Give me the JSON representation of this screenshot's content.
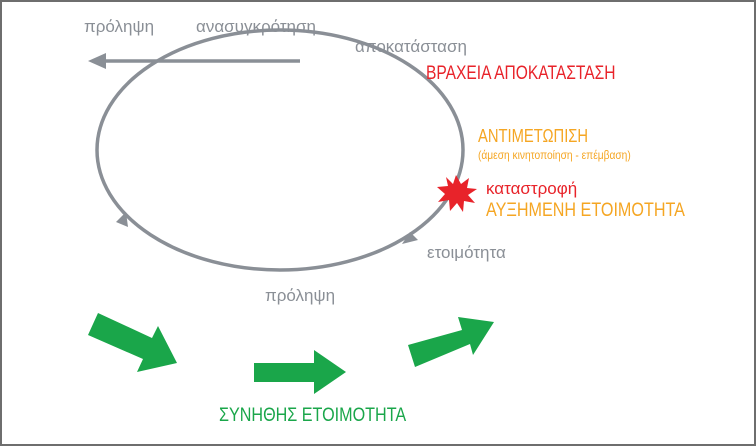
{
  "labels": {
    "top_left": "πρόληψη",
    "top_mid": "ανασυγκρότηση",
    "top_right": "αποκατάσταση",
    "bottom": "πρόληψη",
    "right_bottom": "ετοιμότητα",
    "short_recovery": "ΒΡΑΧΕΙΑ ΑΠΟΚΑΤΑΣΤΑΣΗ",
    "response": "ΑΝΤΙΜΕΤΩΠΙΣΗ",
    "response_sub": "(άμεση κινητοποίηση - επέμβαση)",
    "disaster": "καταστροφή",
    "increased_readiness": "ΑΥΞΗΜΕΝΗ ΕΤΟΙΜΟΤΗΤΑ",
    "normal_readiness": "ΣΥΝΗΘΗΣ ΕΤΟΙΜΟΤΗΤΑ"
  },
  "colors": {
    "cycle_line": "#8a8f96",
    "red": "#e8232a",
    "amber": "#f5a623",
    "green": "#1aa64a",
    "frame": "#6e6e6e"
  },
  "icons": {
    "disaster": "explosion-star-icon",
    "trend": "green-arrow-icon"
  }
}
